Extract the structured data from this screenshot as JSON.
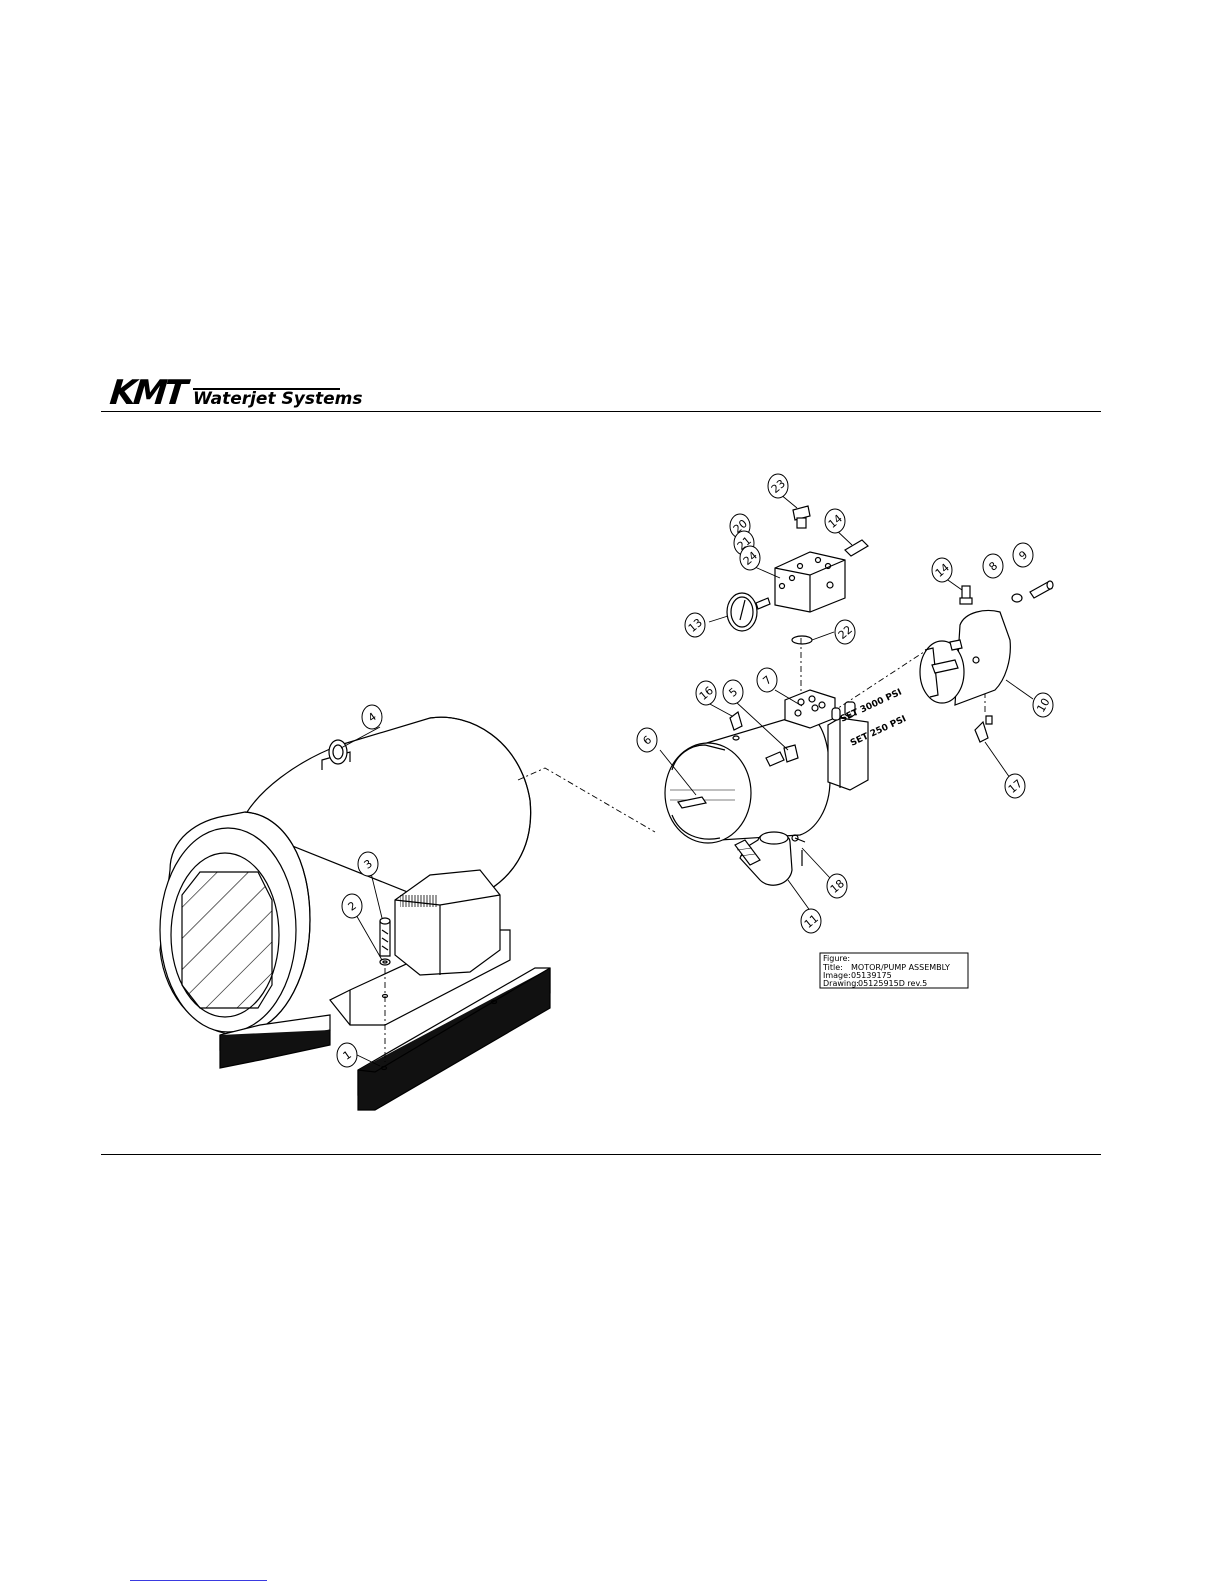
{
  "brand": {
    "name": "KMT",
    "tagline": "Waterjet Systems"
  },
  "diagram": {
    "balloons": [
      {
        "part": "part-4",
        "label": "4"
      },
      {
        "part": "part-3",
        "label": "3"
      },
      {
        "part": "part-2",
        "label": "2"
      },
      {
        "part": "part-1",
        "label": "1"
      },
      {
        "part": "part-23",
        "label": "23"
      },
      {
        "part": "part-14a",
        "label": "14"
      },
      {
        "part": "part-20",
        "label": "20"
      },
      {
        "part": "part-21",
        "label": "21"
      },
      {
        "part": "part-24",
        "label": "24"
      },
      {
        "part": "part-13",
        "label": "13"
      },
      {
        "part": "part-22",
        "label": "22"
      },
      {
        "part": "part-14b",
        "label": "14"
      },
      {
        "part": "part-8",
        "label": "8"
      },
      {
        "part": "part-9",
        "label": "9"
      },
      {
        "part": "part-10",
        "label": "10"
      },
      {
        "part": "part-17",
        "label": "17"
      },
      {
        "part": "part-16",
        "label": "16"
      },
      {
        "part": "part-5",
        "label": "5"
      },
      {
        "part": "part-7",
        "label": "7"
      },
      {
        "part": "part-6",
        "label": "6"
      },
      {
        "part": "part-18",
        "label": "18"
      },
      {
        "part": "part-11",
        "label": "11"
      }
    ],
    "settings": [
      "SET 3000 PSI",
      "SET 250 PSI"
    ]
  },
  "title_block": {
    "figure_label": "Figure:",
    "title_label": "Title:",
    "title_value": "MOTOR/PUMP ASSEMBLY",
    "image_label": "Image:",
    "image_value": "05139175",
    "drawing_label": "Drawing:",
    "drawing_value": "05125915D rev.5"
  },
  "colors": {
    "ink": "#000000",
    "paper": "#ffffff",
    "footer_link": "#3a3ae0"
  }
}
